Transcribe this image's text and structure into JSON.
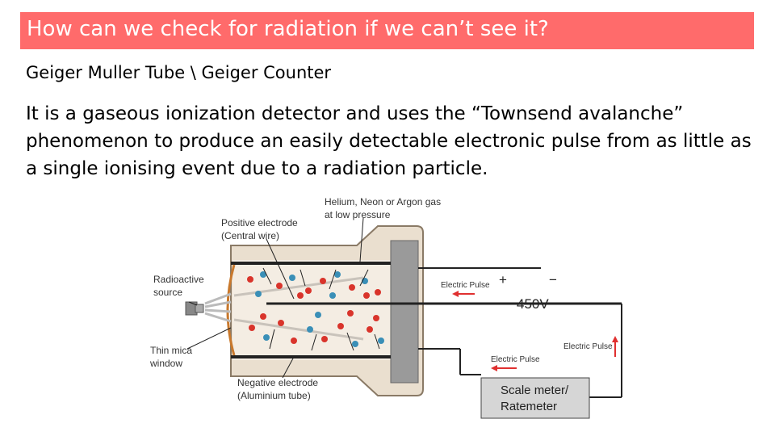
{
  "slide": {
    "title": "How can we check for radiation if we can’t see it?",
    "subtitle": "Geiger Muller Tube \\ Geiger Counter",
    "description": "It is a gaseous ionization detector and uses the “Townsend avalanche” phenomenon to produce an easily detectable electronic pulse from as little as a single ionising event due to a radiation particle."
  },
  "diagram": {
    "gas_label_1": "Helium, Neon or Argon gas",
    "gas_label_2": "at low pressure",
    "positive_electrode_1": "Positive electrode",
    "positive_electrode_2": "(Central wire)",
    "source_1": "Radioactive",
    "source_2": "source",
    "window_1": "Thin mica",
    "window_2": "window",
    "negative_electrode_1": "Negative electrode",
    "negative_electrode_2": "(Aluminium tube)",
    "electric_pulse_top": "Electric Pulse",
    "plus_sign": "+",
    "minus_sign": "−",
    "voltage": "450V",
    "electric_pulse_right": "Electric Pulse",
    "electric_pulse_bottom": "Electric Pulse",
    "meter_1": "Scale meter/",
    "meter_2": "Ratemeter",
    "colors": {
      "ion_red": "#d9342b",
      "ion_blue": "#3a8fb7",
      "arrow_red": "#e03030",
      "tube_fill": "#eadfcf"
    }
  }
}
